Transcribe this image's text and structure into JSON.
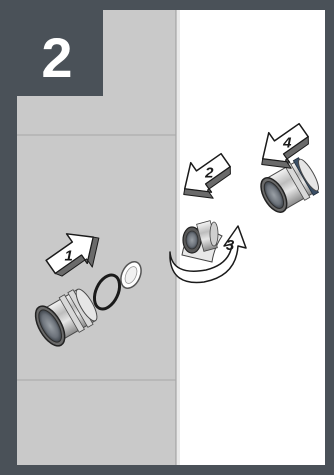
{
  "step_badge": {
    "number": "2"
  },
  "arrows": [
    {
      "label": "1"
    },
    {
      "label": "2"
    },
    {
      "label": "3"
    },
    {
      "label": "4"
    }
  ],
  "colors": {
    "frame": "#4a5158",
    "wall": "#c9c9c9",
    "floor": "#ffffff",
    "badge": "#4a5158",
    "badge_text": "#ffffff",
    "arrow_fill": "#ffffff",
    "arrow_stroke": "#1a1a1a"
  }
}
